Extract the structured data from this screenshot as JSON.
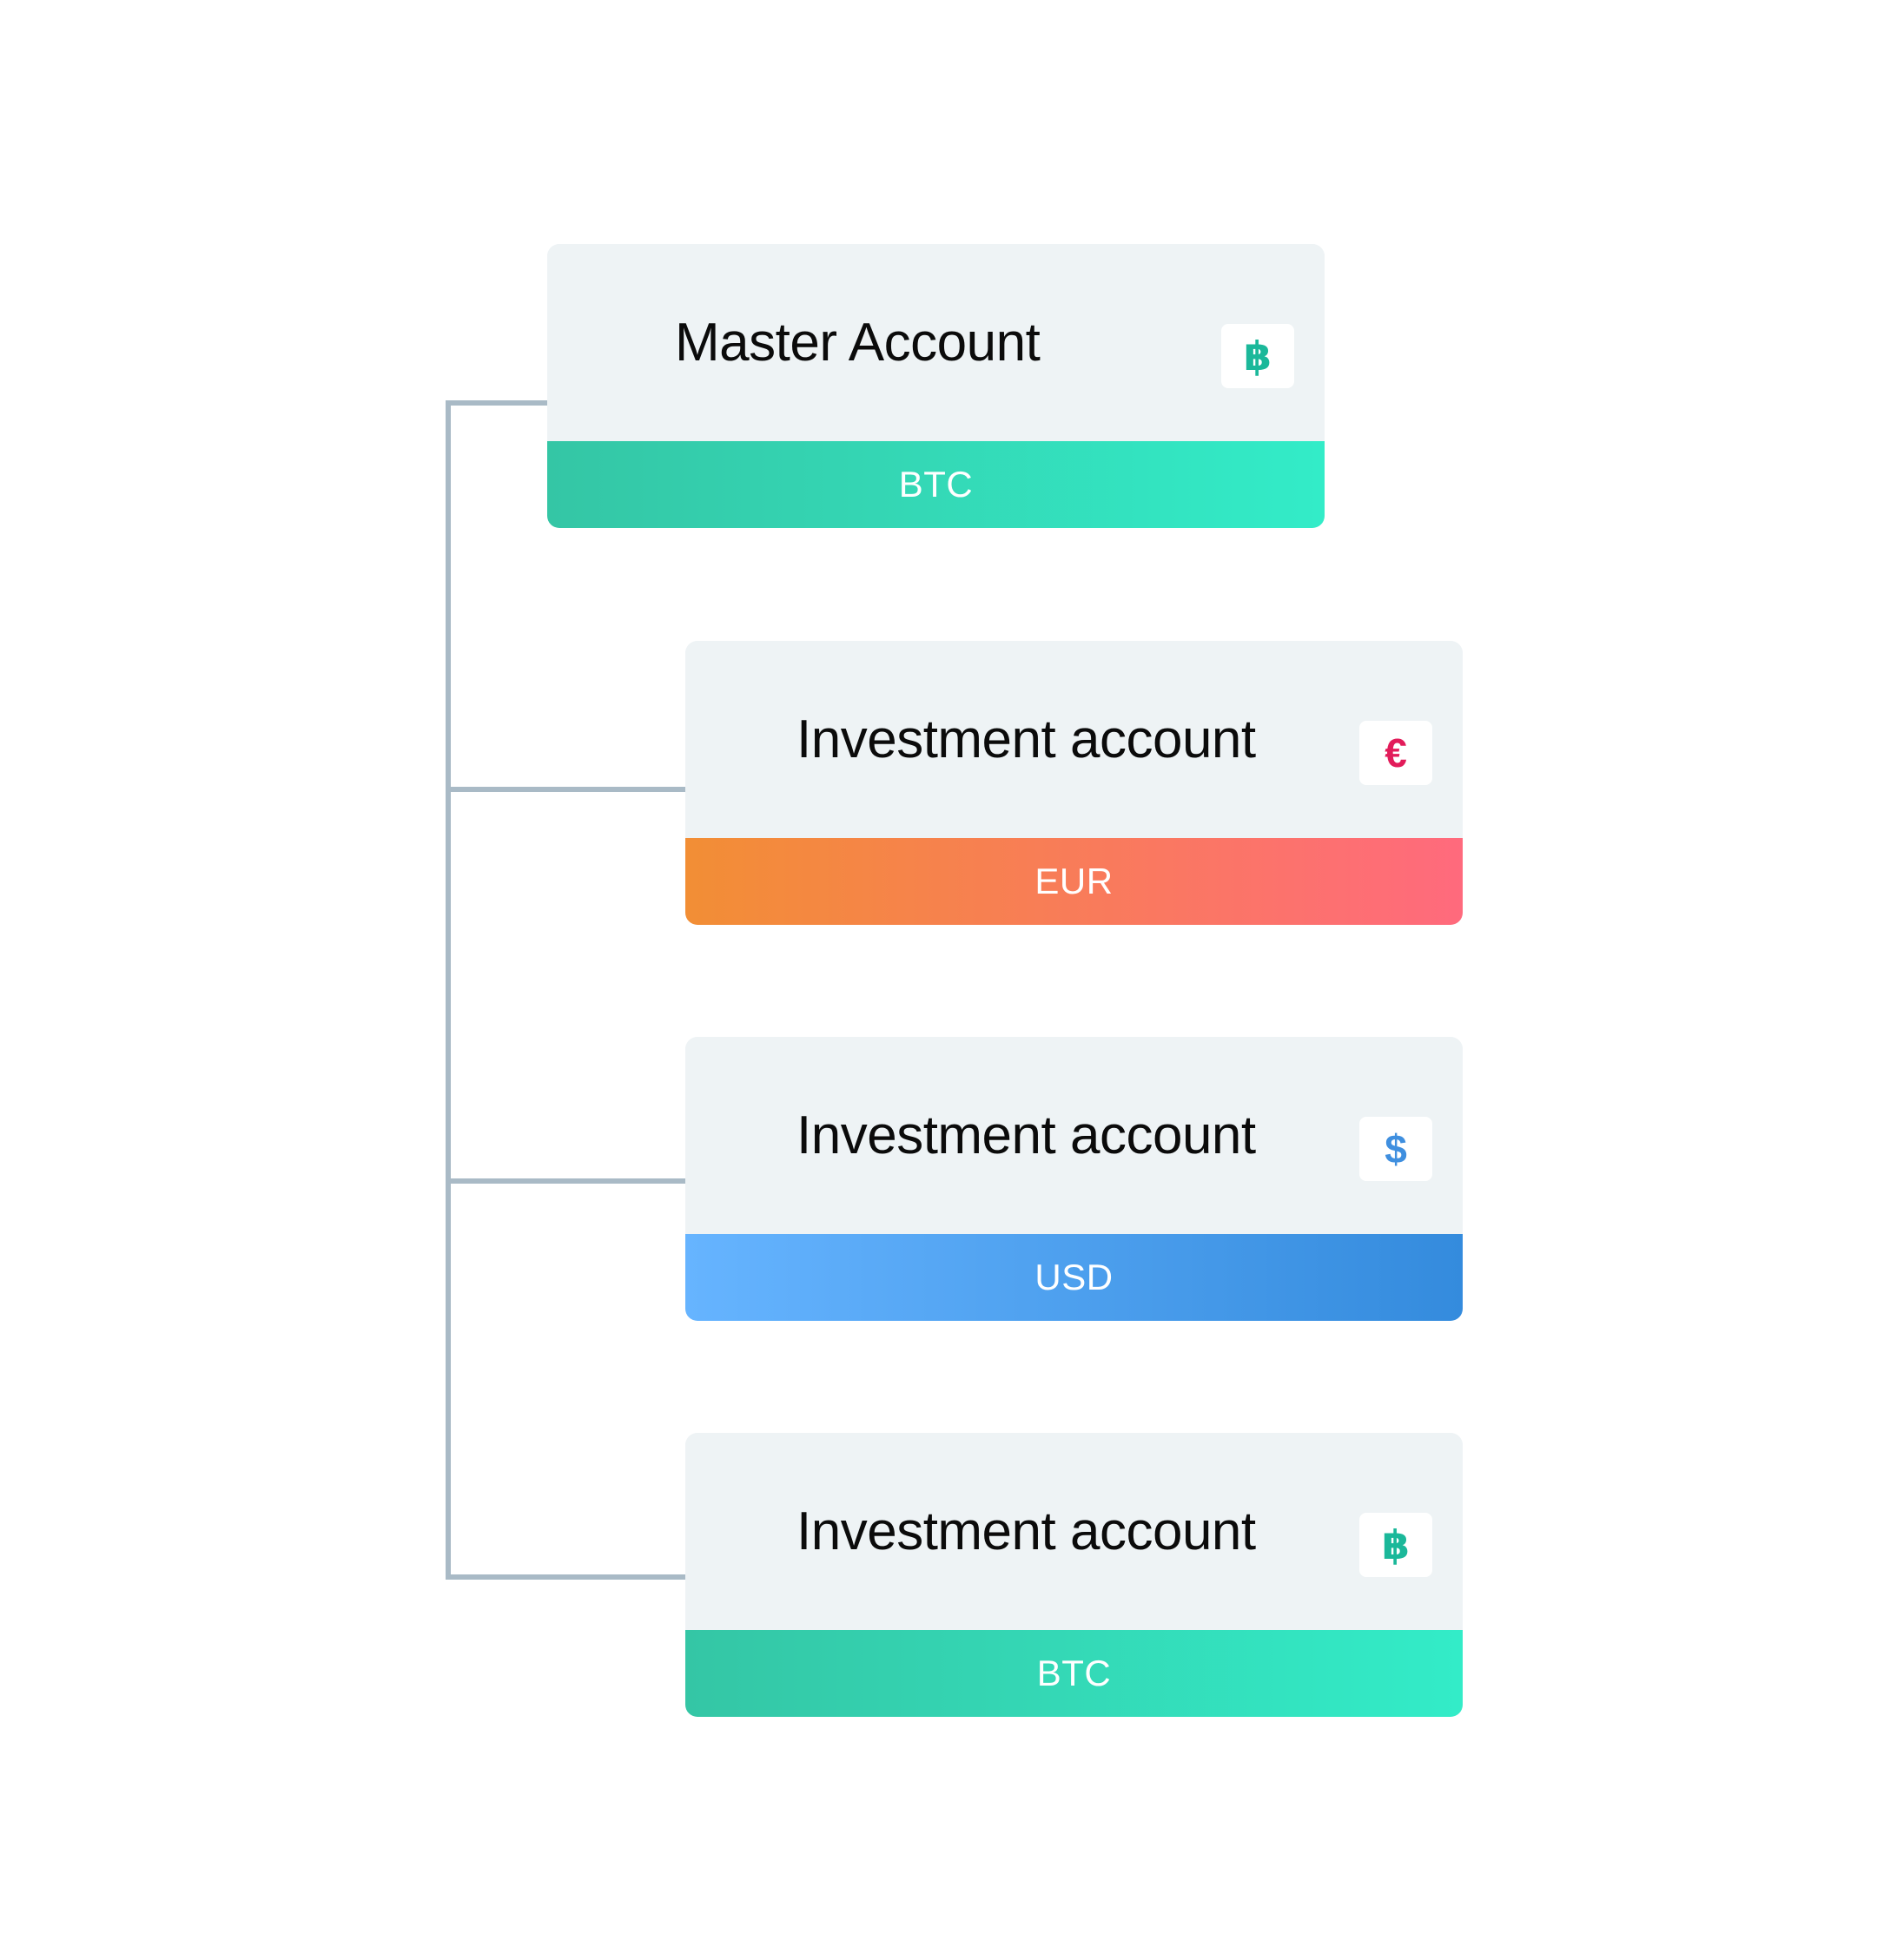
{
  "colors": {
    "connector": "#a9bac6",
    "card_background": "#eef3f5",
    "btc_accent": "#1bb89a",
    "eur_accent": "#e21c5a",
    "usd_accent": "#3f8fdf"
  },
  "master": {
    "title": "Master Account",
    "icon": "bitcoin-icon",
    "icon_glyph": "฿",
    "currency": "BTC"
  },
  "accounts": [
    {
      "title": "Investment account",
      "icon": "euro-icon",
      "icon_glyph": "€",
      "currency": "EUR"
    },
    {
      "title": "Investment account",
      "icon": "dollar-icon",
      "icon_glyph": "$",
      "currency": "USD"
    },
    {
      "title": "Investment account",
      "icon": "bitcoin-icon",
      "icon_glyph": "฿",
      "currency": "BTC"
    }
  ]
}
